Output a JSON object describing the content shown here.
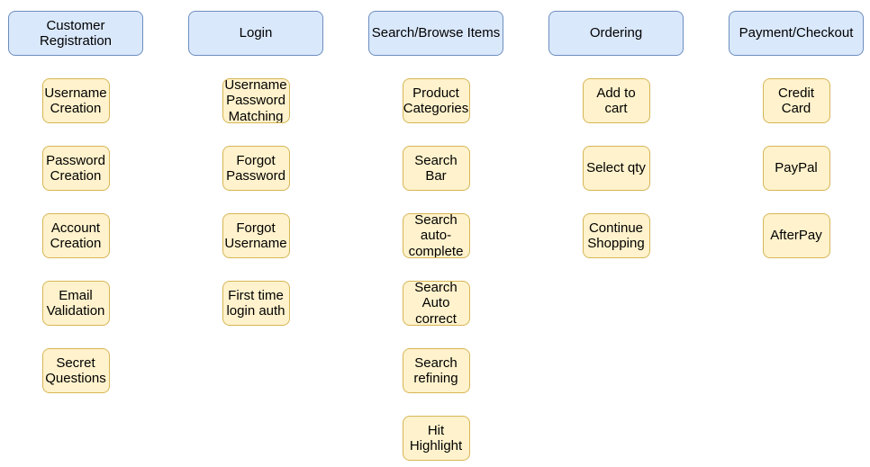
{
  "colors": {
    "header_fill": "#dae8fc",
    "header_stroke": "#6c8ebf",
    "item_fill": "#fff2cc",
    "item_stroke": "#d6b656",
    "text": "#000000"
  },
  "columns": [
    {
      "header": "Customer\nRegistration",
      "items": [
        "Username\nCreation",
        "Password\nCreation",
        "Account\nCreation",
        "Email\nValidation",
        "Secret\nQuestions"
      ]
    },
    {
      "header": "Login",
      "items": [
        "Username\nPassword\nMatching",
        "Forgot\nPassword",
        "Forgot\nUsername",
        "First time\nlogin auth"
      ]
    },
    {
      "header": "Search/Browse Items",
      "items": [
        "Product\nCategories",
        "Search\nBar",
        "Search\nauto-\ncomplete",
        "Search\nAuto\ncorrect",
        "Search\nrefining",
        "Hit\nHighlight"
      ]
    },
    {
      "header": "Ordering",
      "items": [
        "Add to\ncart",
        "Select qty",
        "Continue\nShopping"
      ]
    },
    {
      "header": "Payment/Checkout",
      "items": [
        "Credit\nCard",
        "PayPal",
        "AfterPay"
      ]
    }
  ]
}
